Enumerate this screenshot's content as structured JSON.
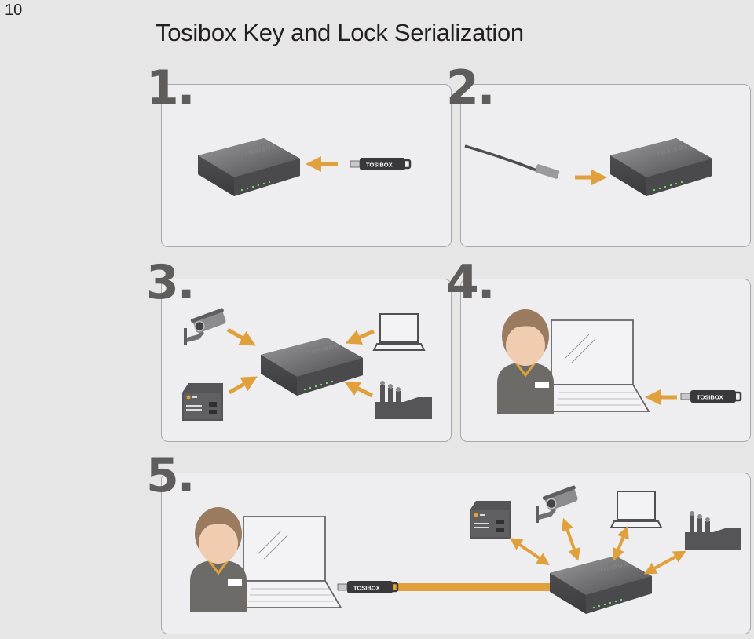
{
  "page": {
    "number": "10",
    "title": "Tosibox Key and Lock Serialization"
  },
  "steps": [
    {
      "label": "1."
    },
    {
      "label": "2."
    },
    {
      "label": "3."
    },
    {
      "label": "4."
    },
    {
      "label": "5."
    }
  ],
  "device": {
    "lock_brand": "TOSIBOX",
    "key_label": "TOSIBOX"
  },
  "colors": {
    "arrow": "#e0a03c",
    "device": "#59595b",
    "person": "#6d6b68",
    "hair": "#9a7b60",
    "face": "#f0cdb0"
  }
}
